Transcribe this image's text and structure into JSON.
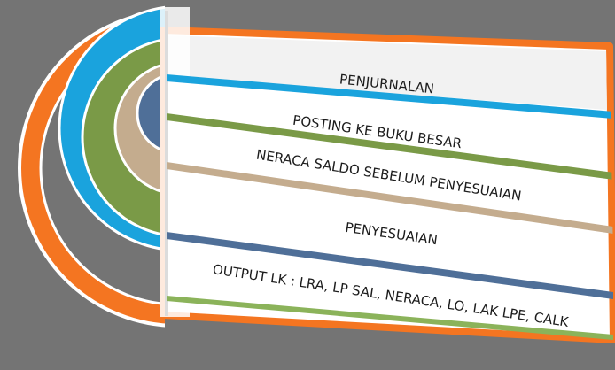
{
  "diagram": {
    "stages": [
      {
        "label": "PENJURNALAN",
        "color": "#1aa3dd"
      },
      {
        "label": "POSTING KE BUKU BESAR",
        "color": "#7a9a47"
      },
      {
        "label": "NERACA SALDO SEBELUM PENYESUAIAN",
        "color": "#c4ac8e"
      },
      {
        "label": "PENYESUAIAN",
        "color": "#4f6f98"
      },
      {
        "label": "OUTPUT LK :  LRA, LP SAL, NERACA, LO,  LAK LPE, CALK",
        "color": "#8bb35a"
      }
    ],
    "colors": {
      "background": "#747474",
      "outer_ring": "#f47521",
      "ring_blue": "#1aa3dd",
      "ring_green": "#7a9a47",
      "ring_tan": "#c4ac8e",
      "ring_navy": "#4f6f98",
      "panel": "#ffffff",
      "panel_top_band": "#f2f2f2"
    }
  }
}
